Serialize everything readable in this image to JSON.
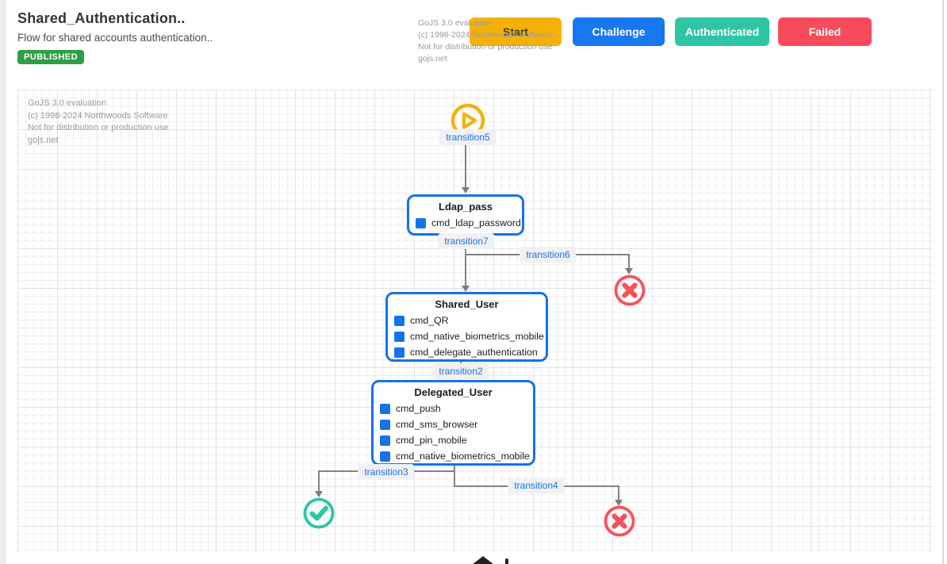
{
  "header": {
    "title": "Shared_Authentication..",
    "subtitle": "Flow for shared accounts authentication..",
    "status_badge": "PUBLISHED",
    "palette_buttons": {
      "start": "Start",
      "challenge": "Challenge",
      "authenticated": "Authenticated",
      "failed": "Failed"
    }
  },
  "watermark": {
    "line1": "GoJS 3.0 evaluation",
    "line2": "(c) 1998-2024 Northwoods Software",
    "line3": "Not for distribution or production use",
    "line4": "gojs.net"
  },
  "diagram": {
    "labels": {
      "t5": "transition5",
      "t7": "transition7",
      "t6": "transition6",
      "t2": "transition2",
      "t3": "transition3",
      "t4": "transition4"
    },
    "nodes": [
      {
        "title": "Ldap_pass",
        "items": [
          "cmd_ldap_password"
        ]
      },
      {
        "title": "Shared_User",
        "items": [
          "cmd_QR",
          "cmd_native_biometrics_mobile",
          "cmd_delegate_authentication"
        ]
      },
      {
        "title": "Delegated_User",
        "items": [
          "cmd_push",
          "cmd_sms_browser",
          "cmd_pin_mobile",
          "cmd_native_biometrics_mobile"
        ]
      }
    ],
    "colors": {
      "accent_blue": "#1573e8",
      "start_yellow": "#f6b106",
      "challenge_blue": "#1778f2",
      "authenticated_teal": "#2ec5a5",
      "failed_red": "#fa4b5c",
      "published_green": "#2f9e44",
      "edge_gray": "#828282"
    }
  }
}
